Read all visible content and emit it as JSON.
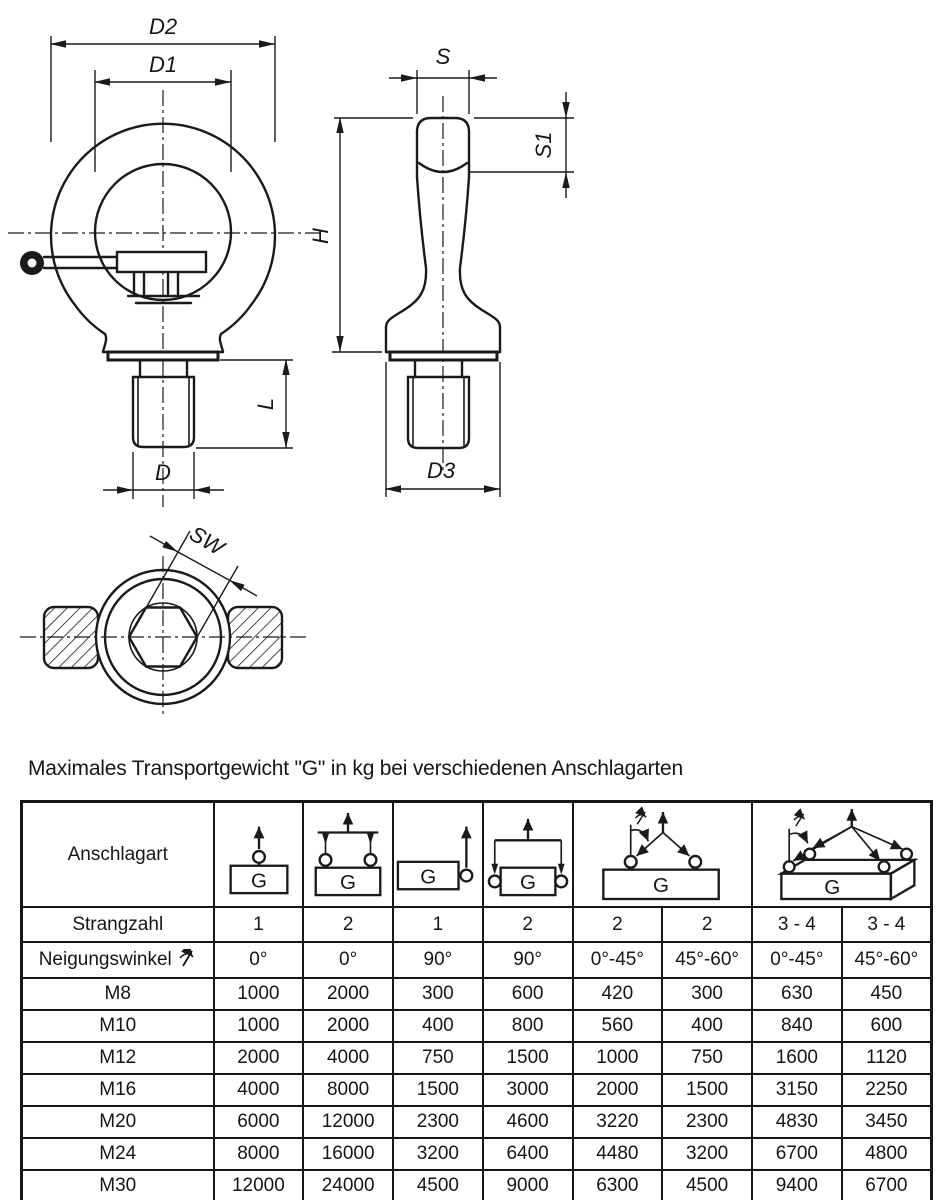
{
  "title": "Maximales Transportgewicht \"G\" in kg bei verschiedenen Anschlagarten",
  "drawings": {
    "front_view": {
      "d2": "D2",
      "d1": "D1",
      "l": "L",
      "d": "D"
    },
    "side_view": {
      "s": "S",
      "s1": "S1",
      "h": "H",
      "d3": "D3"
    },
    "bottom_view": {
      "sw": "SW"
    }
  },
  "table": {
    "attachment_label": "Anschlagart",
    "strands_label": "Strangzahl",
    "angle_label": "Neigungswinkel",
    "load_letter": "G",
    "strands": [
      "1",
      "2",
      "1",
      "2",
      "2",
      "2",
      "3 - 4",
      "3 - 4"
    ],
    "angles": [
      "0°",
      "0°",
      "90°",
      "90°",
      "0°-45°",
      "45°-60°",
      "0°-45°",
      "45°-60°"
    ],
    "rows": [
      {
        "size": "M8",
        "values": [
          "1000",
          "2000",
          "300",
          "600",
          "420",
          "300",
          "630",
          "450"
        ]
      },
      {
        "size": "M10",
        "values": [
          "1000",
          "2000",
          "400",
          "800",
          "560",
          "400",
          "840",
          "600"
        ]
      },
      {
        "size": "M12",
        "values": [
          "2000",
          "4000",
          "750",
          "1500",
          "1000",
          "750",
          "1600",
          "1120"
        ]
      },
      {
        "size": "M16",
        "values": [
          "4000",
          "8000",
          "1500",
          "3000",
          "2000",
          "1500",
          "3150",
          "2250"
        ]
      },
      {
        "size": "M20",
        "values": [
          "6000",
          "12000",
          "2300",
          "4600",
          "3220",
          "2300",
          "4830",
          "3450"
        ]
      },
      {
        "size": "M24",
        "values": [
          "8000",
          "16000",
          "3200",
          "6400",
          "4480",
          "3200",
          "6700",
          "4800"
        ]
      },
      {
        "size": "M30",
        "values": [
          "12000",
          "24000",
          "4500",
          "9000",
          "6300",
          "4500",
          "9400",
          "6700"
        ]
      }
    ]
  }
}
